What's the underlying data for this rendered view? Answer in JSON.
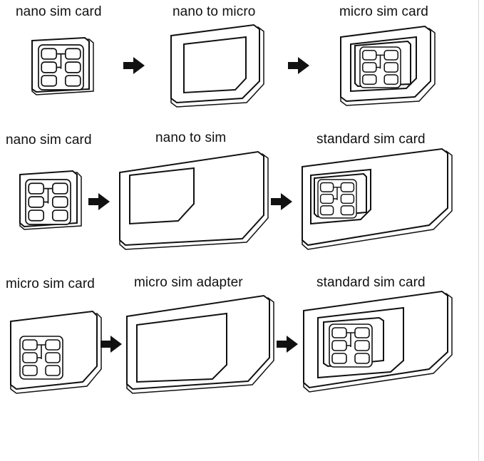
{
  "rows": [
    {
      "items": [
        {
          "label": "nano sim card"
        },
        {
          "label": "nano to micro"
        },
        {
          "label": "micro sim card"
        }
      ]
    },
    {
      "items": [
        {
          "label": "nano sim card"
        },
        {
          "label": "nano to sim"
        },
        {
          "label": "standard sim card"
        }
      ]
    },
    {
      "items": [
        {
          "label": "micro sim card"
        },
        {
          "label": "micro sim adapter"
        },
        {
          "label": "standard sim card"
        }
      ]
    }
  ],
  "arrow_icon": "right-arrow-icon",
  "colors": {
    "line": "#111111",
    "background": "#ffffff"
  }
}
